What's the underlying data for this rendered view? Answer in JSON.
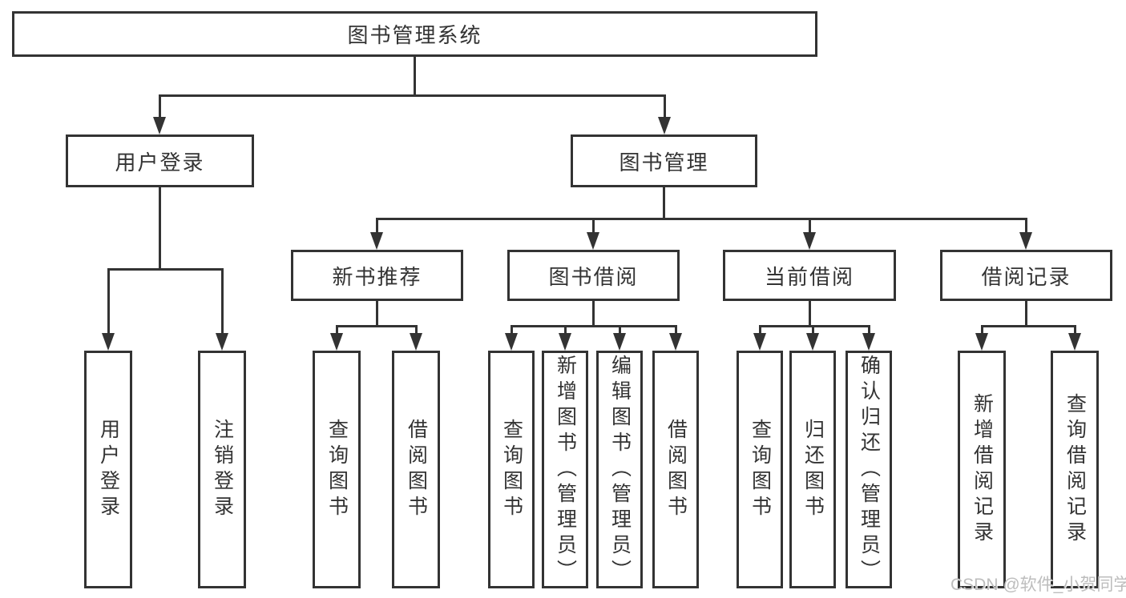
{
  "tree": {
    "label": "图书管理系统",
    "children": [
      {
        "label": "用户登录",
        "children": [
          {
            "label": "用户登录"
          },
          {
            "label": "注销登录"
          }
        ]
      },
      {
        "label": "图书管理",
        "children": [
          {
            "label": "新书推荐",
            "children": [
              {
                "label": "查询图书"
              },
              {
                "label": "借阅图书"
              }
            ]
          },
          {
            "label": "图书借阅",
            "children": [
              {
                "label": "查询图书"
              },
              {
                "label": "新增图书（管理员）"
              },
              {
                "label": "编辑图书（管理员）"
              },
              {
                "label": "借阅图书"
              }
            ]
          },
          {
            "label": "当前借阅",
            "children": [
              {
                "label": "查询图书"
              },
              {
                "label": "归还图书"
              },
              {
                "label": "确认归还（管理员）"
              }
            ]
          },
          {
            "label": "借阅记录",
            "children": [
              {
                "label": "新增借阅记录"
              },
              {
                "label": "查询借阅记录"
              }
            ]
          }
        ]
      }
    ]
  },
  "watermark": {
    "text": "CSDN @软件_小贺同学"
  },
  "colors": {
    "line": "#333333",
    "text": "#333333",
    "background": "#ffffff",
    "watermark_text": "#bdbdbd"
  }
}
